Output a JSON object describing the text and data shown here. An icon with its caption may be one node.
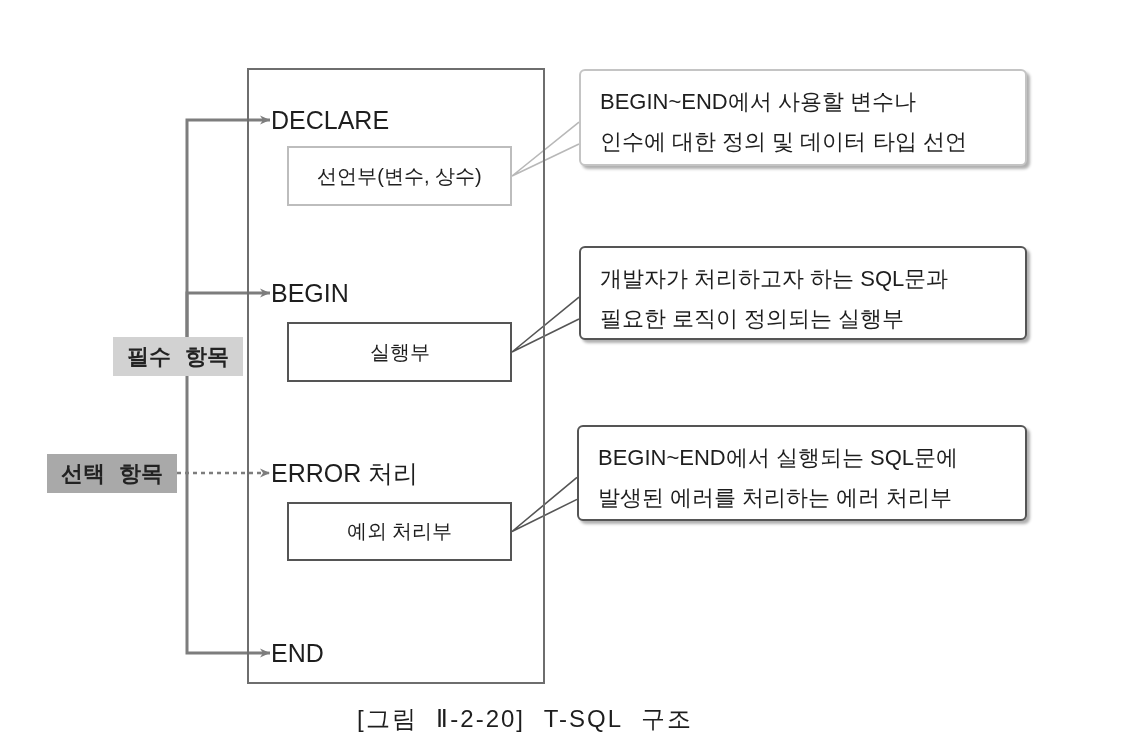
{
  "diagram": {
    "caption": "[그림 Ⅱ-2-20] T-SQL 구조",
    "nodes": [
      {
        "text": [],
        "shape": "box"
      },
      {
        "text": [
          "DECLARE"
        ],
        "in": 0
      },
      {
        "text": [
          "선언부(변수, 상수)"
        ],
        "in": 0
      },
      {
        "text": [
          "BEGIN"
        ],
        "in": 0
      },
      {
        "text": [
          "실행부"
        ],
        "in": 0
      },
      {
        "text": [
          "ERROR 처리"
        ],
        "in": 0
      },
      {
        "text": [
          "예외 처리부"
        ],
        "in": 0
      },
      {
        "text": [
          "END"
        ],
        "in": 0
      },
      {
        "text": [
          "필수 항목"
        ]
      },
      {
        "text": [
          "선택 항목"
        ]
      },
      {
        "text": [
          "BEGIN~END에서 사용할 변수나 인수에 대한 정의 및 데이터 타입 선언"
        ]
      },
      {
        "text": [
          "개발자가 처리하고자 하는 SQL문과 필요한 로직이 정의되는 실행부"
        ]
      },
      {
        "text": [
          "BEGIN~END에서 실행되는 SQL문에 발생된 에러를 처리하는 에러 처리부"
        ]
      }
    ],
    "edges": [
      {
        "from": 8,
        "to": 1,
        "arrow": "to"
      },
      {
        "from": 8,
        "to": 3,
        "arrow": "to"
      },
      {
        "from": 8,
        "to": 7,
        "arrow": "to"
      },
      {
        "from": 9,
        "to": 5,
        "arrow": "to",
        "style": "dashed"
      },
      {
        "from": 10,
        "to": 2,
        "arrow": "none",
        "color": "#b8b8b8"
      },
      {
        "from": 11,
        "to": 4,
        "arrow": "none",
        "color": "#555555"
      },
      {
        "from": 12,
        "to": 6,
        "arrow": "none",
        "color": "#555555"
      }
    ]
  }
}
